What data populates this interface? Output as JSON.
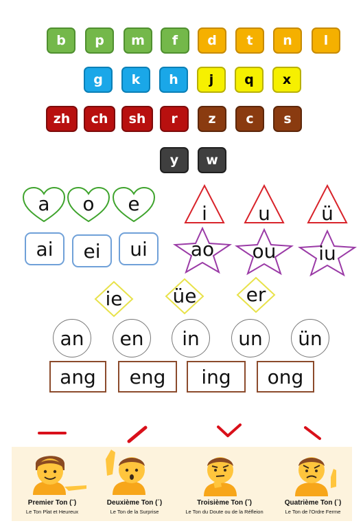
{
  "initials": {
    "row1": [
      {
        "t": "b",
        "c": "green"
      },
      {
        "t": "p",
        "c": "green"
      },
      {
        "t": "m",
        "c": "green"
      },
      {
        "t": "f",
        "c": "green"
      },
      {
        "t": "d",
        "c": "orange"
      },
      {
        "t": "t",
        "c": "orange"
      },
      {
        "t": "n",
        "c": "orange"
      },
      {
        "t": "l",
        "c": "orange"
      }
    ],
    "row2": [
      {
        "t": "g",
        "c": "blue"
      },
      {
        "t": "k",
        "c": "blue"
      },
      {
        "t": "h",
        "c": "blue"
      },
      {
        "t": "j",
        "c": "yellow"
      },
      {
        "t": "q",
        "c": "yellow"
      },
      {
        "t": "x",
        "c": "yellow"
      }
    ],
    "row3": [
      {
        "t": "zh",
        "c": "red"
      },
      {
        "t": "ch",
        "c": "red"
      },
      {
        "t": "sh",
        "c": "red"
      },
      {
        "t": "r",
        "c": "red"
      },
      {
        "t": "z",
        "c": "brown"
      },
      {
        "t": "c",
        "c": "brown"
      },
      {
        "t": "s",
        "c": "brown"
      }
    ],
    "row4": [
      {
        "t": "y",
        "c": "gray"
      },
      {
        "t": "w",
        "c": "gray"
      }
    ]
  },
  "finals": {
    "hearts": [
      "a",
      "o",
      "e"
    ],
    "triangles": [
      "i",
      "u",
      "ü"
    ],
    "boxes": [
      "ai",
      "ei",
      "ui"
    ],
    "stars": [
      "ao",
      "ou",
      "iu"
    ],
    "diamonds": [
      "ie",
      "üe",
      "er"
    ],
    "circles": [
      "an",
      "en",
      "in",
      "un",
      "ün"
    ],
    "rects": [
      "ang",
      "eng",
      "ing",
      "ong"
    ]
  },
  "colors": {
    "green": "#74b84a",
    "orange": "#f5b000",
    "blue": "#1aa7e8",
    "yellow": "#f6f000",
    "red": "#b8100f",
    "brown": "#8a3b10",
    "gray": "#3f3f3f",
    "tone_mark": "#d9101a",
    "panel": "#fdf3dd"
  },
  "tones": [
    {
      "title": "Premier Ton (ˉ)",
      "sub": "Le Ton Plat et Heureux",
      "mark": "flat",
      "face": "smile-pointing-face"
    },
    {
      "title": "Deuxième Ton (ˊ)",
      "sub": "Le Ton de la Surprise",
      "mark": "rising",
      "face": "surprised-face"
    },
    {
      "title": "Troisième Ton (ˇ)",
      "sub": "Le Ton du Doute ou de la Réfleion",
      "mark": "dip",
      "face": "thinking-face"
    },
    {
      "title": "Quatrième Ton (ˋ)",
      "sub": "Le Ton de l'Ordre Ferme",
      "mark": "falling",
      "face": "angry-face"
    }
  ]
}
